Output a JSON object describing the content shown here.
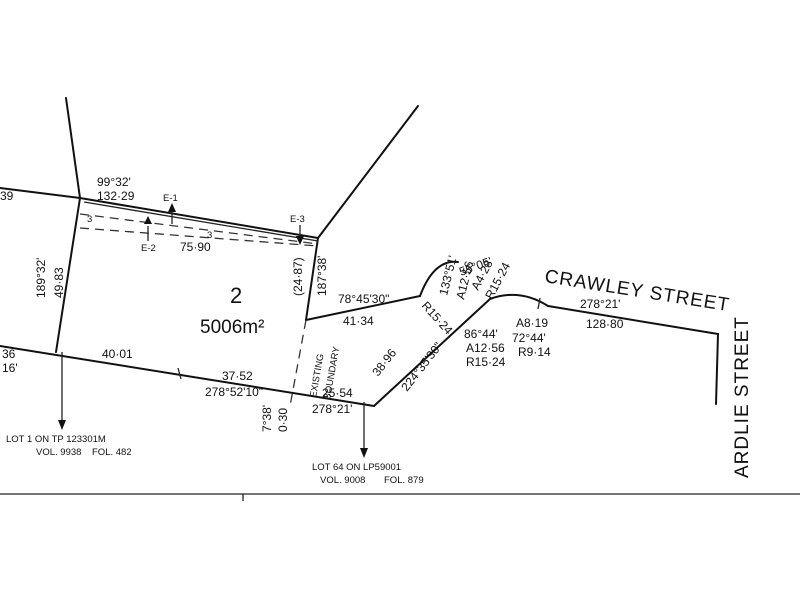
{
  "lot": {
    "number": "2",
    "area": "5006m²"
  },
  "streets": {
    "crawley": "CRAWLEY STREET",
    "ardlie": "ARDLIE STREET"
  },
  "existing_boundary": {
    "line1": "EXISTING",
    "line2": "BOUNDARY"
  },
  "easements": {
    "e1": "E-1",
    "e2": "E-2",
    "e3": "E-3",
    "width_a": "3",
    "width_b": "3"
  },
  "left_edge": {
    "dim_top": "39",
    "dim_a": "36",
    "dim_b": "16'"
  },
  "dimensions": {
    "north_bearing": "99°32'",
    "north_length": "132·29",
    "easement_length": "75·90",
    "west_bearing": "189°32'",
    "west_length": "49·83",
    "east_length": "(24·87)",
    "east_bearing": "187°38'",
    "splay_bearing": "78°45'30\"",
    "splay_length": "41·34",
    "south_a": "40·01",
    "south_b": "37·52",
    "south_bearing": "278°52'10\"",
    "south_c": "25·54",
    "south_c_bearing": "278°21'",
    "small_bearing": "7°38'",
    "small_length": "0·30",
    "diag_length": "38·96",
    "diag_bearing": "224°35'30\"",
    "r1": "R15·24",
    "c1_bearing": "133°51'",
    "c1_arc": "A12·56",
    "c2_bearing": "55°05'",
    "c2_arc": "A4·28",
    "c2_radius": "R15·24",
    "c3_bearing": "86°44'",
    "c3_arc": "A12·56",
    "c3_radius": "R15·24",
    "c4_arc": "A8·19",
    "c4_bearing": "72°44'",
    "c4_radius": "R9·14",
    "street_bearing": "278°21'",
    "street_length": "128·80"
  },
  "adjoining": {
    "lot1_title": "LOT 1 ON TP 123301M",
    "lot1_vol": "VOL. 9938",
    "lot1_fol": "FOL. 482",
    "lot64_title": "LOT 64 ON LP59001",
    "lot64_vol": "VOL. 9008",
    "lot64_fol": "FOL. 879"
  }
}
